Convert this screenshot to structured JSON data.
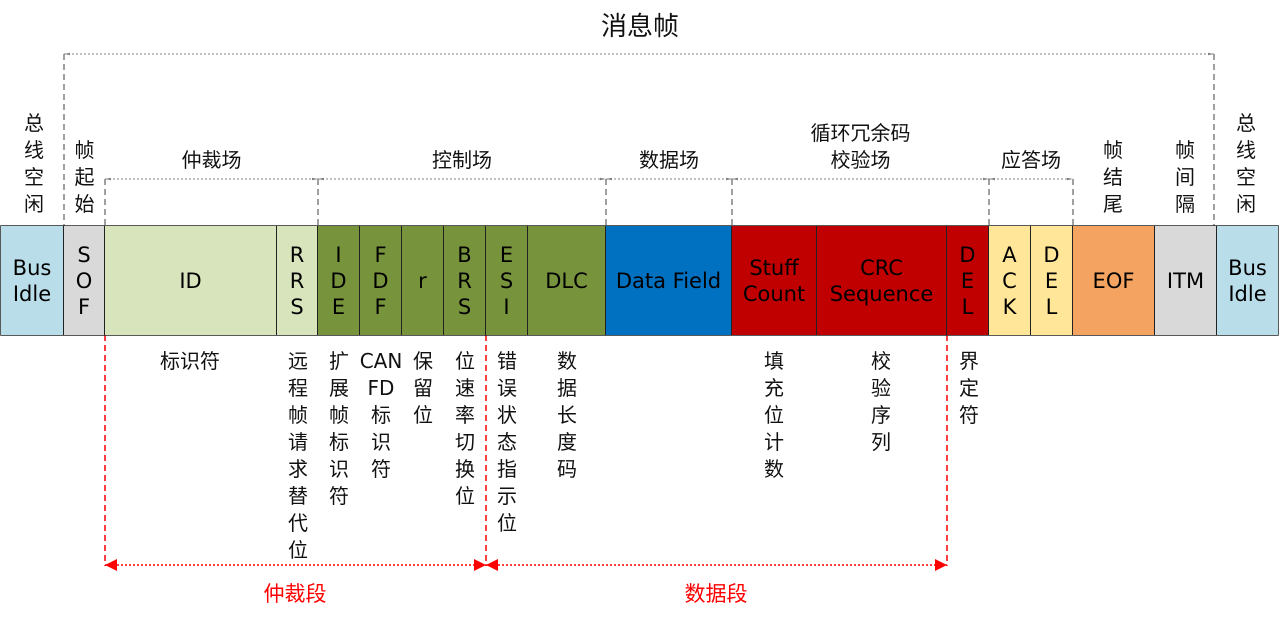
{
  "title": "消息帧",
  "top_labels": {
    "bus_idle_left": "总\n线\n空\n闲",
    "sof": "帧\n起\n始",
    "arbitration": "仲裁场",
    "control": "控制场",
    "data": "数据场",
    "crc": "循环冗余码\n校验场",
    "ack": "应答场",
    "eof": "帧\n结\n尾",
    "itm": "帧\n间\n隔",
    "bus_idle_right": "总\n线\n空\n闲"
  },
  "cells": [
    {
      "id": "bus-idle-left",
      "label": "Bus\nIdle",
      "color": "#b9dde9"
    },
    {
      "id": "sof",
      "label": "S\nO\nF",
      "color": "#d9d9d9"
    },
    {
      "id": "id",
      "label": "ID",
      "color": "#d8e4bc"
    },
    {
      "id": "rrs",
      "label": "R\nR\nS",
      "color": "#d8e4bc"
    },
    {
      "id": "ide",
      "label": "I\nD\nE",
      "color": "#77933c"
    },
    {
      "id": "fdf",
      "label": "F\nD\nF",
      "color": "#77933c"
    },
    {
      "id": "r",
      "label": "r",
      "color": "#77933c"
    },
    {
      "id": "brs",
      "label": "B\nR\nS",
      "color": "#77933c"
    },
    {
      "id": "esi",
      "label": "E\nS\nI",
      "color": "#77933c"
    },
    {
      "id": "dlc",
      "label": "DLC",
      "color": "#77933c"
    },
    {
      "id": "data-field",
      "label": "Data Field",
      "color": "#0070c0"
    },
    {
      "id": "stuff-count",
      "label": "Stuff\nCount",
      "color": "#c00000"
    },
    {
      "id": "crc-sequence",
      "label": "CRC\nSequence",
      "color": "#c00000"
    },
    {
      "id": "crc-del",
      "label": "D\nE\nL",
      "color": "#c00000"
    },
    {
      "id": "ack",
      "label": "A\nC\nK",
      "color": "#ffe699"
    },
    {
      "id": "ack-del",
      "label": "D\nE\nL",
      "color": "#ffe699"
    },
    {
      "id": "eof",
      "label": "EOF",
      "color": "#f4a460"
    },
    {
      "id": "itm",
      "label": "ITM",
      "color": "#d9d9d9"
    },
    {
      "id": "bus-idle-right",
      "label": "Bus\nIdle",
      "color": "#b9dde9"
    }
  ],
  "descriptions": {
    "id": "标识符",
    "rrs": "远\n程\n帧\n请\n求\n替\n代\n位",
    "ide": "扩\n展\n帧\n标\n识\n符",
    "fdf": "CAN\nFD\n标\n识\n符",
    "r": "保\n留\n位",
    "brs": "位\n速\n率\n切\n换\n位",
    "esi": "错\n误\n状\n态\n指\n示\n位",
    "dlc": "数\n据\n长\n度\n码",
    "stuff_count": "填\n充\n位\n计\n数",
    "crc_sequence": "校\n验\n序\n列",
    "crc_del": "界\n定\n符"
  },
  "phases": {
    "arbitration": "仲裁段",
    "data": "数据段"
  },
  "colors": {
    "phase_marker": "#ff0000",
    "frame_marker": "#808080"
  }
}
